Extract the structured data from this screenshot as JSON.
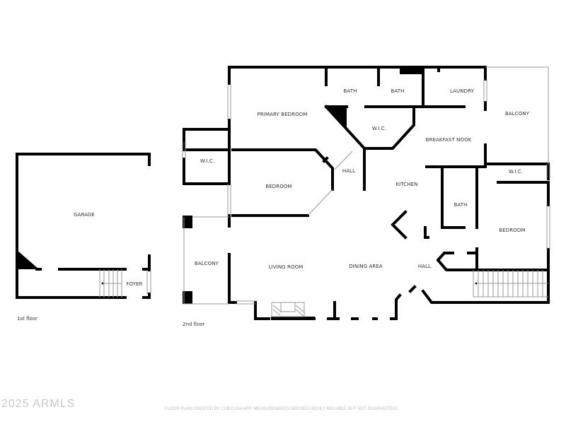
{
  "floors": [
    {
      "label": "1st floor",
      "rooms": [
        {
          "name": "GARAGE"
        },
        {
          "name": "FOYER"
        }
      ]
    },
    {
      "label": "2nd floor",
      "rooms": [
        {
          "name": "PRIMARY BEDROOM"
        },
        {
          "name": "BATH"
        },
        {
          "name": "BATH"
        },
        {
          "name": "LAUNDRY"
        },
        {
          "name": "BALCONY"
        },
        {
          "name": "W.I.C."
        },
        {
          "name": "W.I.C."
        },
        {
          "name": "BREAKFAST NOOK"
        },
        {
          "name": "HALL"
        },
        {
          "name": "KITCHEN"
        },
        {
          "name": "BEDROOM"
        },
        {
          "name": "W.I.C."
        },
        {
          "name": "BATH"
        },
        {
          "name": "BEDROOM"
        },
        {
          "name": "BALCONY"
        },
        {
          "name": "LIVING ROOM"
        },
        {
          "name": "DINING AREA"
        },
        {
          "name": "HALL"
        }
      ]
    }
  ],
  "watermark": "2025 ARMLS",
  "disclaimer": "FLOOR PLAN CREATED BY CUBICASA APP. MEASUREMENTS DEEMED HIGHLY RELIABLE BUT NOT GUARANTEED.",
  "colors": {
    "wall": "#000000",
    "background": "#ffffff",
    "text": "#333333",
    "watermark": "#c8c8c8"
  }
}
